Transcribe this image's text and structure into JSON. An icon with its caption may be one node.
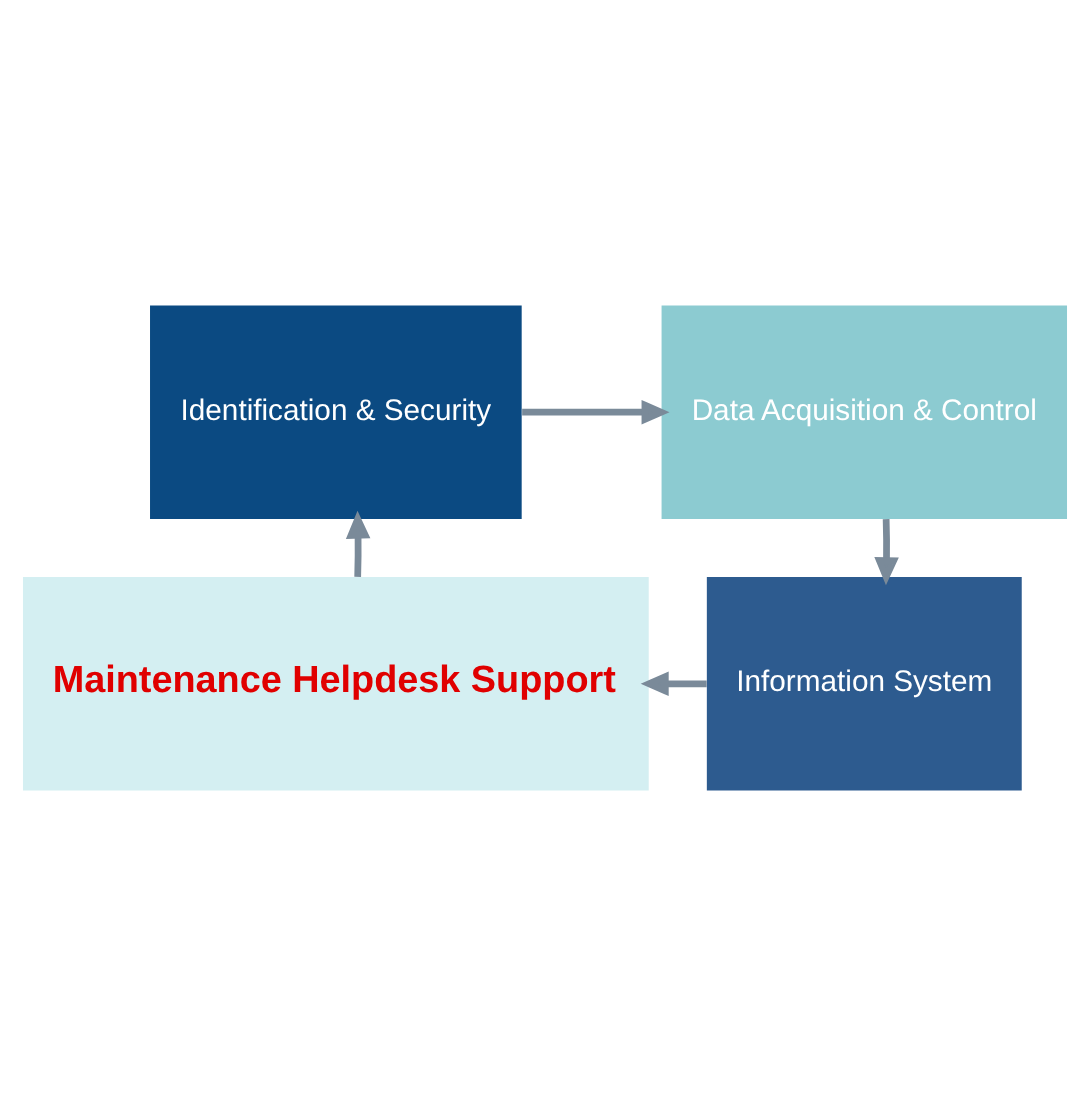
{
  "diagram": {
    "nodes": [
      {
        "text": [
          "Identification & Security"
        ]
      },
      {
        "text": [
          "Data Acquisition & Control"
        ]
      },
      {
        "text": [
          "Maintenance Helpdesk Support"
        ]
      },
      {
        "text": [
          "Information System"
        ]
      }
    ],
    "edges": [
      {
        "from": 0,
        "to": 1,
        "arrow": "to"
      },
      {
        "from": 1,
        "to": 3,
        "arrow": "to"
      },
      {
        "from": 3,
        "to": 2,
        "arrow": "to"
      },
      {
        "from": 2,
        "to": 0,
        "arrow": "to"
      }
    ]
  }
}
